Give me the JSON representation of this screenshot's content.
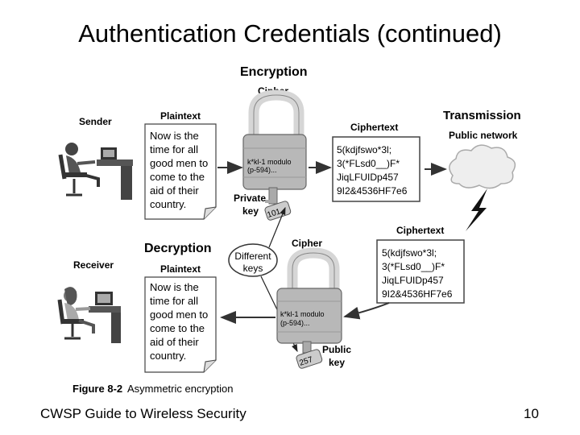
{
  "slide": {
    "title": "Authentication Credentials (continued)",
    "footer": "CWSP Guide to Wireless Security",
    "page_number": "10"
  },
  "figure": {
    "caption_number": "Figure 8-2",
    "caption_text": "Asymmetric encryption",
    "encryption_heading": "Encryption",
    "decryption_heading": "Decryption",
    "transmission_heading": "Transmission",
    "public_network": "Public network",
    "cipher_label": "Cipher",
    "ciphertext_label": "Ciphertext",
    "plaintext_label": "Plaintext",
    "sender": "Sender",
    "receiver": "Receiver",
    "plaintext_lines": [
      "Now is the",
      "time for all",
      "good men to",
      "come to the",
      "aid of their",
      "country."
    ],
    "ciphertext_lines": [
      "5(kdjfswo*3l;",
      "3(*FLsd0__)F*",
      "JiqLFUIDp457",
      "9I2&4536HF7e6"
    ],
    "lock_text": [
      "k*kl-1 modulo",
      "(p-594)..."
    ],
    "private_key": [
      "Private",
      "key"
    ],
    "public_key": [
      "Public",
      "key"
    ],
    "private_key_number": "101",
    "public_key_number": "257",
    "different_keys": [
      "Different",
      "keys"
    ]
  },
  "colors": {
    "arrow": "#333333",
    "lock_body": "#b8b8b8",
    "lock_shackle": "#d6d6d6",
    "cloud": "#eeeeee"
  },
  "icons": [
    "padlock-icon",
    "key-icon",
    "cloud-icon",
    "lightning-icon",
    "person-at-desk-icon"
  ]
}
